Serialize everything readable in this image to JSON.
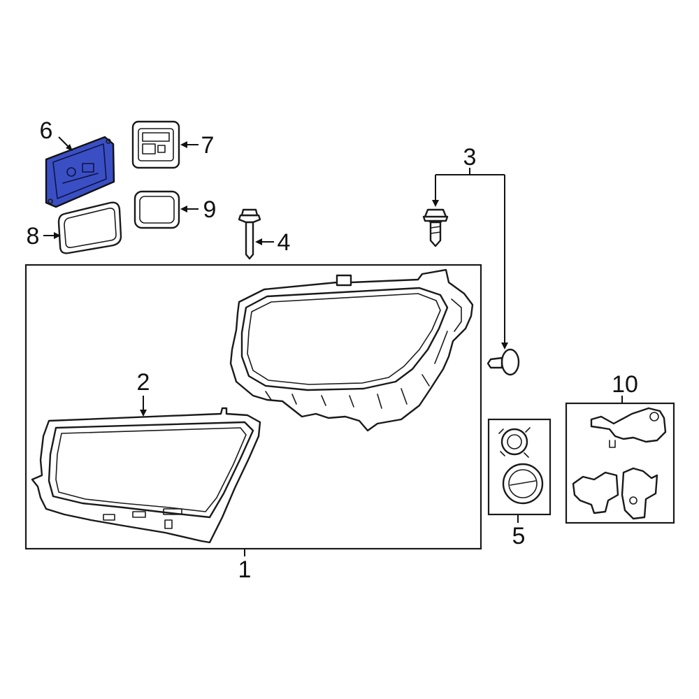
{
  "diagram": {
    "highlight_color": "#3b4fc4",
    "callouts": {
      "c1": "1",
      "c2": "2",
      "c3": "3",
      "c4": "4",
      "c5": "5",
      "c6": "6",
      "c7": "7",
      "c8": "8",
      "c9": "9",
      "c10": "10"
    }
  }
}
